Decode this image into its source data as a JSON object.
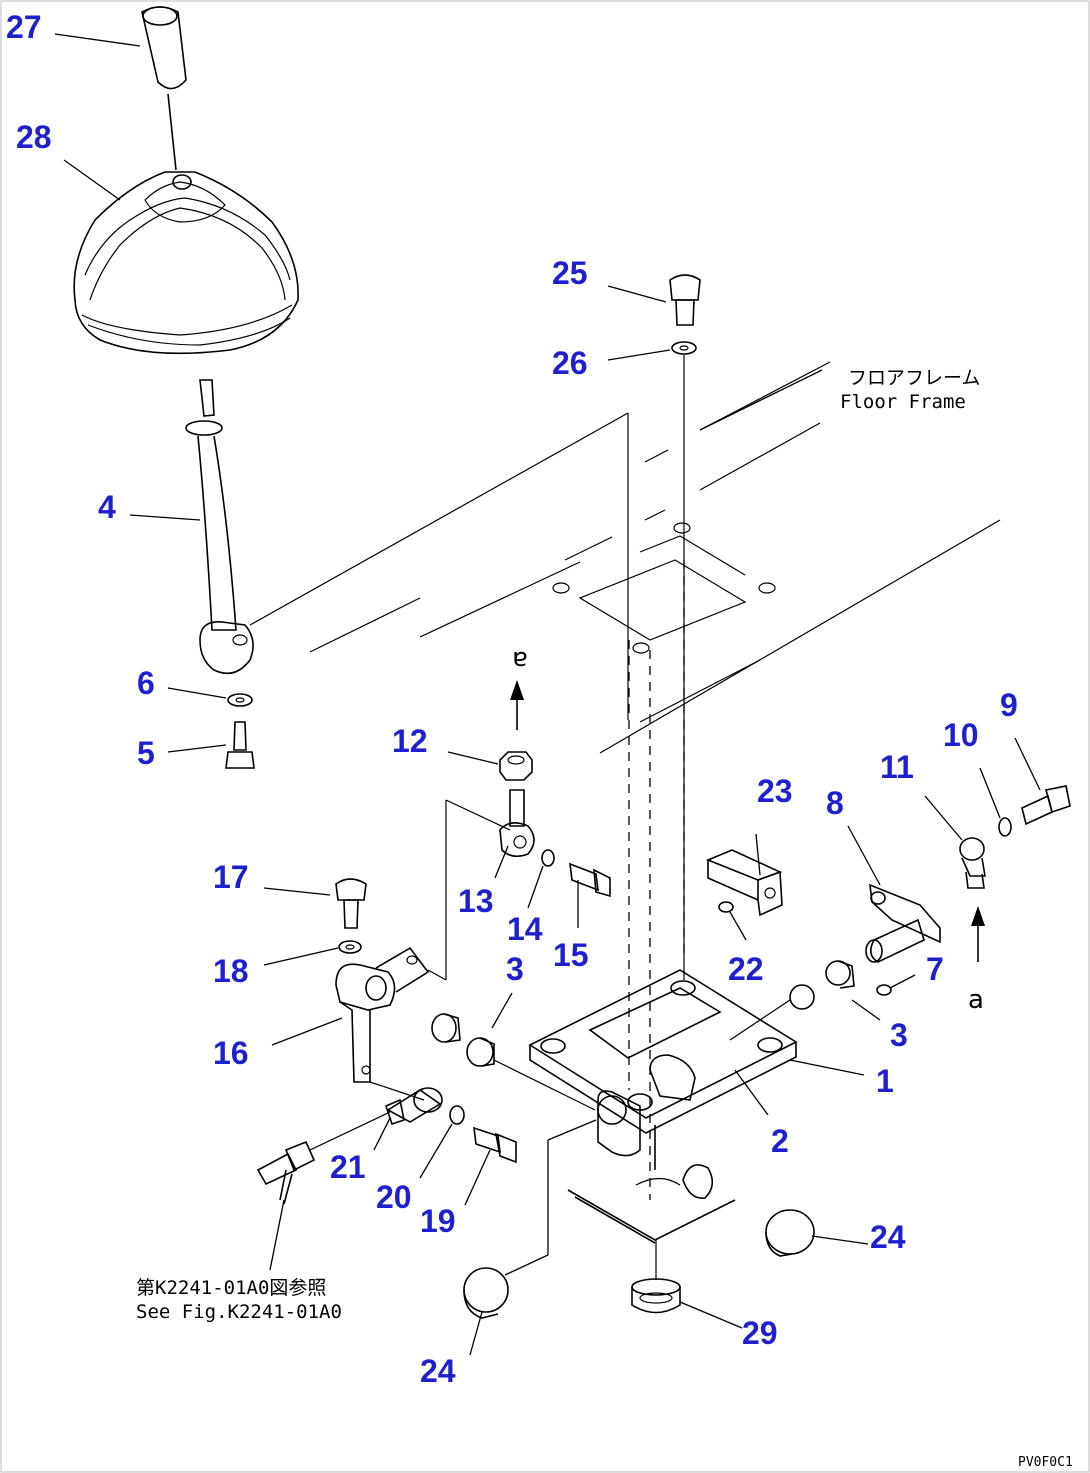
{
  "diagram": {
    "drawing_code": "PV0F0C1",
    "notes": {
      "floor_frame_jp": "フロアフレーム",
      "floor_frame_en": "Floor Frame",
      "see_fig_jp": "第K2241-01A0図参照",
      "see_fig_en": "See Fig.K2241-01A0"
    },
    "arrow_marks": {
      "upper": "a",
      "lower": "a"
    },
    "callouts": [
      {
        "id": "c27",
        "label": "27"
      },
      {
        "id": "c28",
        "label": "28"
      },
      {
        "id": "c25",
        "label": "25"
      },
      {
        "id": "c26",
        "label": "26"
      },
      {
        "id": "c4",
        "label": "4"
      },
      {
        "id": "c6",
        "label": "6"
      },
      {
        "id": "c5",
        "label": "5"
      },
      {
        "id": "c12",
        "label": "12"
      },
      {
        "id": "c13",
        "label": "13"
      },
      {
        "id": "c14",
        "label": "14"
      },
      {
        "id": "c15",
        "label": "15"
      },
      {
        "id": "c23",
        "label": "23"
      },
      {
        "id": "c22",
        "label": "22"
      },
      {
        "id": "c8",
        "label": "8"
      },
      {
        "id": "c11",
        "label": "11"
      },
      {
        "id": "c10",
        "label": "10"
      },
      {
        "id": "c9",
        "label": "9"
      },
      {
        "id": "c7",
        "label": "7"
      },
      {
        "id": "c3a",
        "label": "3"
      },
      {
        "id": "c3b",
        "label": "3"
      },
      {
        "id": "c1",
        "label": "1"
      },
      {
        "id": "c2",
        "label": "2"
      },
      {
        "id": "c17",
        "label": "17"
      },
      {
        "id": "c18",
        "label": "18"
      },
      {
        "id": "c16",
        "label": "16"
      },
      {
        "id": "c21",
        "label": "21"
      },
      {
        "id": "c20",
        "label": "20"
      },
      {
        "id": "c19",
        "label": "19"
      },
      {
        "id": "c24a",
        "label": "24"
      },
      {
        "id": "c24b",
        "label": "24"
      },
      {
        "id": "c29",
        "label": "29"
      }
    ]
  }
}
